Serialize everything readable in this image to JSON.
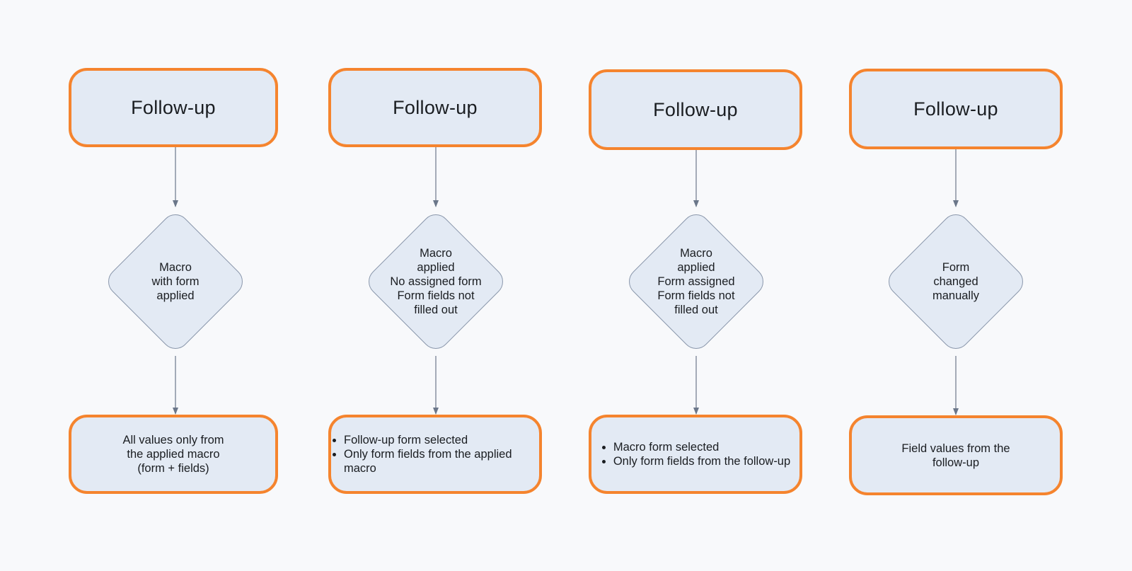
{
  "colors": {
    "background": "#f8f9fb",
    "node_fill": "#e3eaf4",
    "node_border": "#f5842e",
    "connector": "#6b778a"
  },
  "flows": [
    {
      "title": "Follow-up",
      "decision": "Macro\nwith form\napplied",
      "result_type": "text",
      "result_text": "All values only from\nthe applied macro\n(form + fields)",
      "result_bullets": []
    },
    {
      "title": "Follow-up",
      "decision": "Macro\napplied\nNo assigned form\nForm fields not\nfilled out",
      "result_type": "bullets",
      "result_text": "",
      "result_bullets": [
        "Follow-up form selected",
        "Only form fields from the applied macro"
      ]
    },
    {
      "title": "Follow-up",
      "decision": "Macro\napplied\nForm assigned\nForm fields not\nfilled out",
      "result_type": "bullets",
      "result_text": "",
      "result_bullets": [
        "Macro form selected",
        "Only form fields from the follow-up"
      ]
    },
    {
      "title": "Follow-up",
      "decision": "Form\nchanged\nmanually",
      "result_type": "text",
      "result_text": "Field values from the\nfollow-up",
      "result_bullets": []
    }
  ]
}
